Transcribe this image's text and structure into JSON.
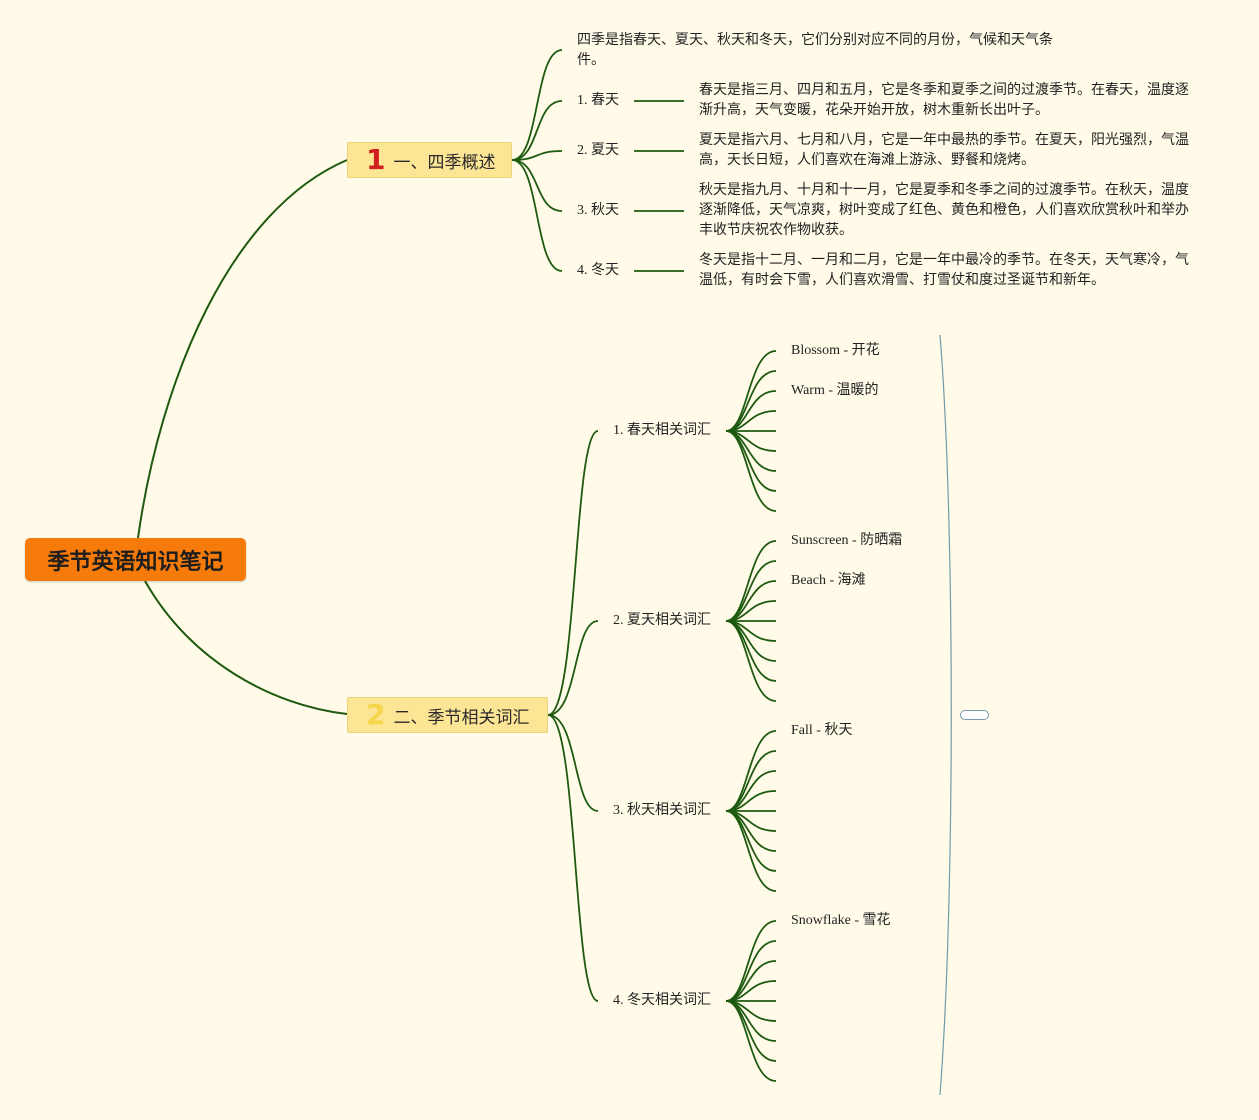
{
  "root": {
    "title": "季节英语知识笔记"
  },
  "branch1": {
    "number": "1",
    "label": "一、四季概述",
    "intro": "四季是指春天、夏天、秋天和冬天，它们分别对应不同的月份，气候和天气条件。",
    "seasons": [
      {
        "name": "1. 春天",
        "desc": "春天是指三月、四月和五月，它是冬季和夏季之间的过渡季节。在春天，温度逐渐升高，天气变暖，花朵开始开放，树木重新长出叶子。"
      },
      {
        "name": "2. 夏天",
        "desc": "夏天是指六月、七月和八月，它是一年中最热的季节。在夏天，阳光强烈，气温高，天长日短，人们喜欢在海滩上游泳、野餐和烧烤。"
      },
      {
        "name": "3. 秋天",
        "desc": "秋天是指九月、十月和十一月，它是夏季和冬季之间的过渡季节。在秋天，温度逐渐降低，天气凉爽，树叶变成了红色、黄色和橙色，人们喜欢欣赏秋叶和举办丰收节庆祝农作物收获。"
      },
      {
        "name": "4. 冬天",
        "desc": "冬天是指十二月、一月和二月，它是一年中最冷的季节。在冬天，天气寒冷，气温低，有时会下雪，人们喜欢滑雪、打雪仗和度过圣诞节和新年。"
      }
    ]
  },
  "branch2": {
    "number": "2",
    "label": "二、季节相关词汇",
    "groups": [
      {
        "name": "1. 春天相关词汇",
        "words": [
          "Blossom - 开花",
          "Warm - 温暖的"
        ]
      },
      {
        "name": "2. 夏天相关词汇",
        "words": [
          "Sunscreen - 防晒霜",
          "Beach - 海滩"
        ]
      },
      {
        "name": "3. 秋天相关词汇",
        "words": [
          "Fall - 秋天"
        ]
      },
      {
        "name": "4. 冬天相关词汇",
        "words": [
          "Snowflake - 雪花"
        ]
      }
    ]
  },
  "colors": {
    "line": "#1e5a10",
    "root": "#f77b0b",
    "branch": "#fde596",
    "summary": "#6e9aaa"
  }
}
